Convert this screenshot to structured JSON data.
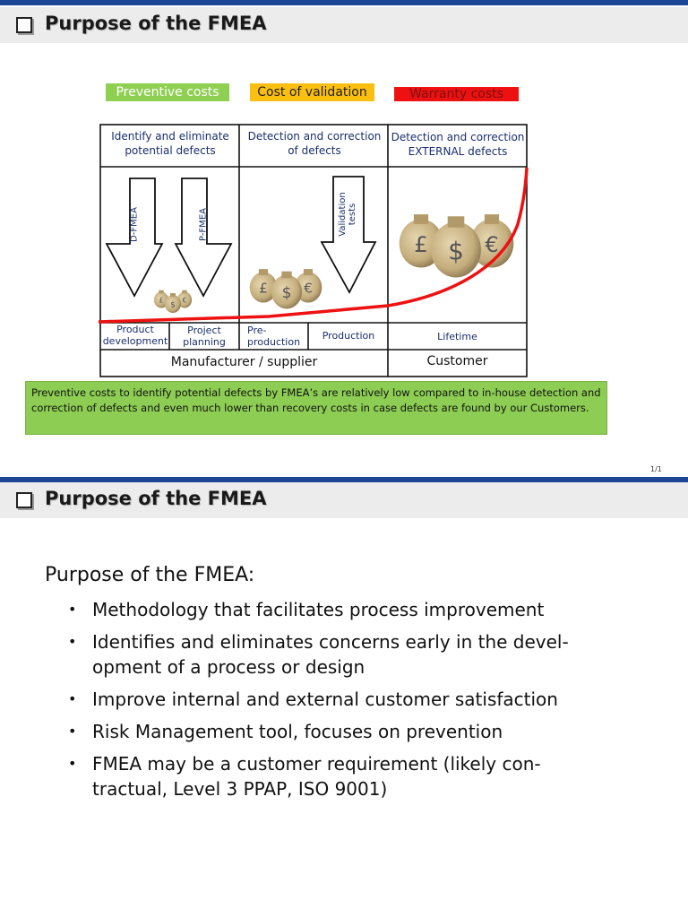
{
  "slide1": {
    "title": "Purpose of the FMEA",
    "legend": {
      "preventive": "Preventive costs",
      "validation": "Cost of validation",
      "warranty": "Warranty costs"
    },
    "columns": {
      "col1_header": "Identify and eliminate potential defects",
      "col2_header": "Detection and correction of defects",
      "col3_header": "Detection and correction EXTERNAL defects"
    },
    "arrows": {
      "dfmea": "D-FMEA",
      "pfmea": "P-FMEA",
      "validation": "Validation tests"
    },
    "phases": {
      "product_development": "Product development",
      "project_planning": "Project planning",
      "pre_production": "Pre-production",
      "production": "Production",
      "lifetime": "Lifetime"
    },
    "parties": {
      "manufacturer": "Manufacturer / supplier",
      "customer": "Customer"
    },
    "note": "Preventive costs to identify potential defects by FMEA’s are relatively low compared to in-house detection and correction of defects and even much lower than recovery costs in case defects are found by our Customers.",
    "page_number": "1/1",
    "currency_symbols": [
      "£",
      "$",
      "€"
    ]
  },
  "slide2": {
    "title": "Purpose of the FMEA",
    "subtitle": "Purpose of the FMEA:",
    "bullets": [
      "Methodology that facilitates process improvement",
      "Identifies and eliminates concerns early in the devel-opment of a process or design",
      "Improve internal and external customer satisfaction",
      "Risk Management tool, focuses on prevention",
      "FMEA may be a customer requirement (likely con-tractual, Level 3 PPAP, ISO 9001)"
    ]
  },
  "colors": {
    "brand_blue": "#1c4595",
    "preventive_green": "#8fcf52",
    "validation_amber": "#fbbf12",
    "warranty_red": "#ee1111",
    "note_green": "#8dcd53"
  }
}
